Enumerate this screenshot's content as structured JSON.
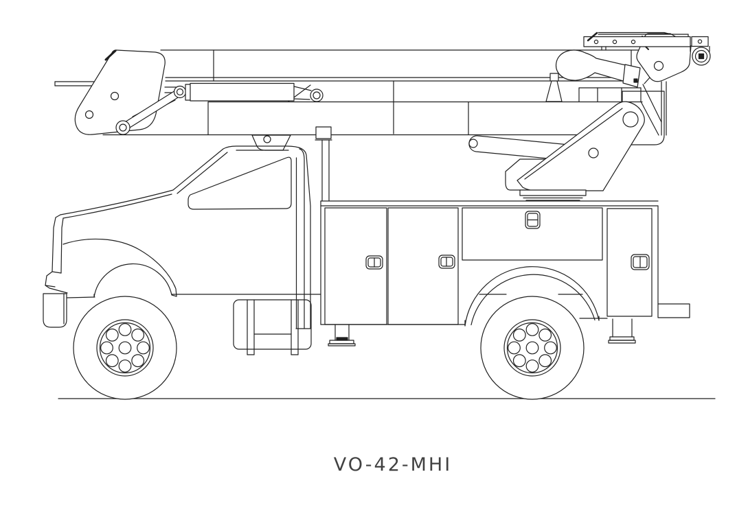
{
  "drawing": {
    "label": "VO-42-MHI",
    "background_color": "#ffffff",
    "line_color": "#1f1f1f",
    "label_color": "#414141",
    "type": "cad-line-drawing",
    "subject": "aerial-lift-bucket-utility-truck-side-view"
  }
}
